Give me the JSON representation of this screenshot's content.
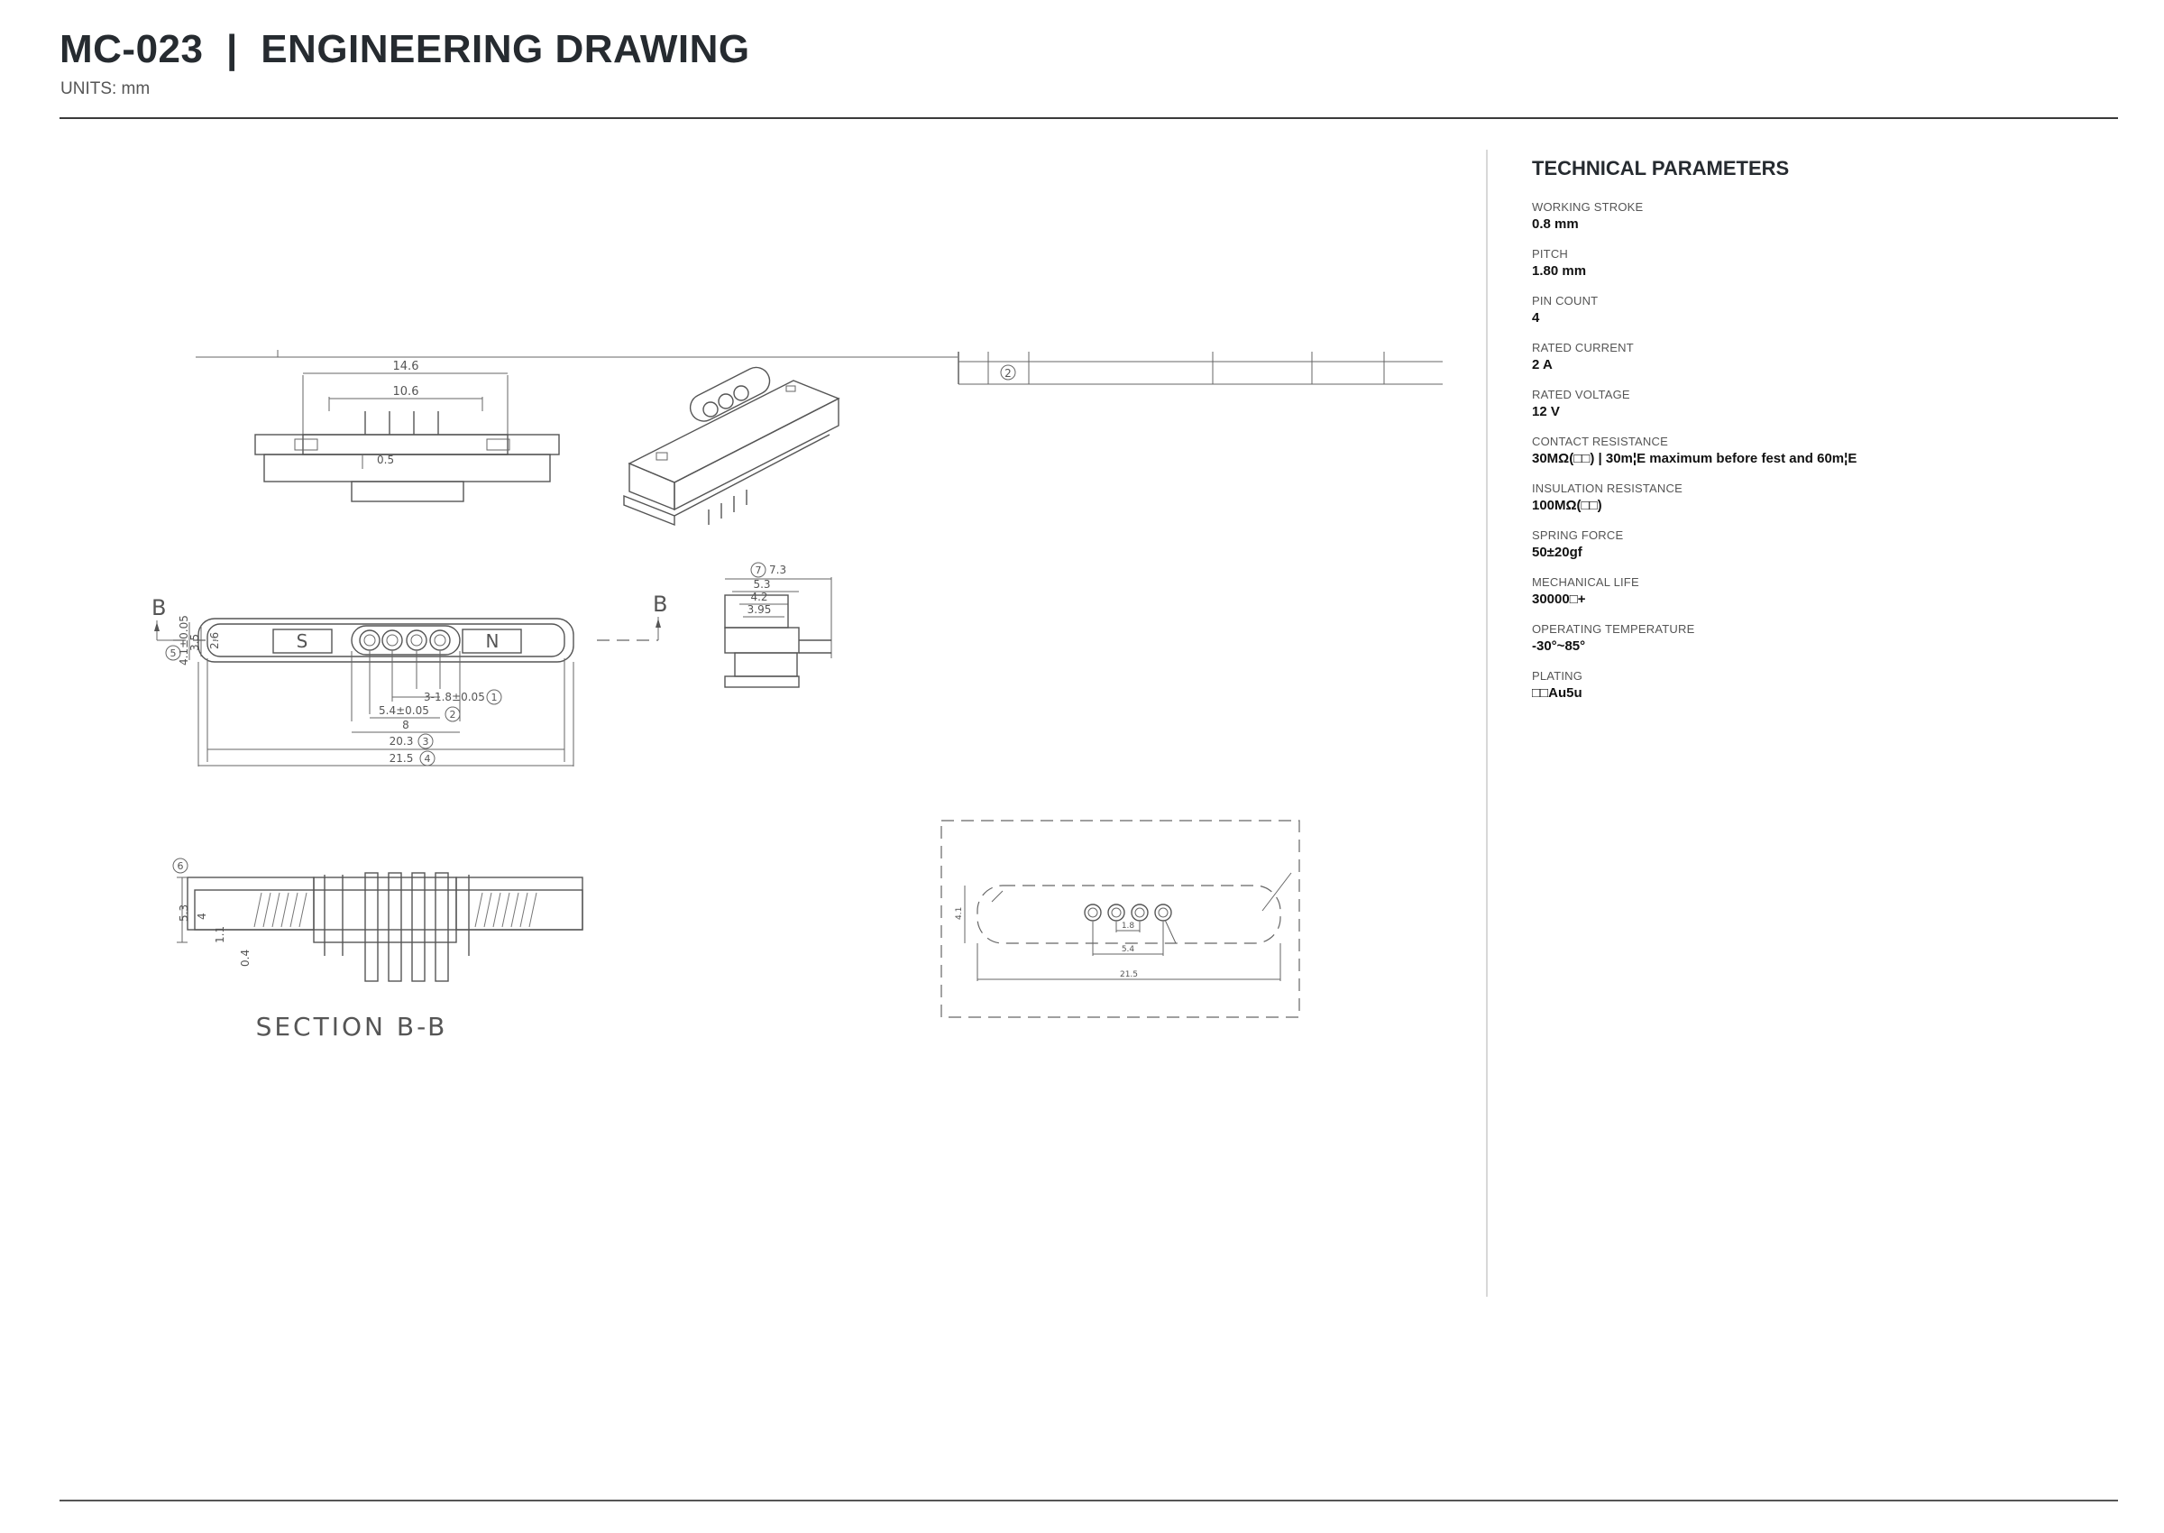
{
  "header": {
    "title": "MC-023  |  ENGINEERING DRAWING",
    "units": "UNITS: mm"
  },
  "drawing": {
    "top_view": {
      "dim_overall": "14.6",
      "dim_pins": "10.6",
      "dim_pin": "0.5"
    },
    "front_view": {
      "section_mark": "B",
      "label_s": "S",
      "label_n": "N",
      "dim_height_1": "4.1±0.05",
      "dim_height_2": "3.5",
      "dim_height_3": "2.6",
      "dim_pitch": "3-1.8±0.05",
      "dim_span_1": "5.4±0.05",
      "dim_span_2": "8",
      "dim_span_3": "20.3",
      "dim_span_4": "21.5",
      "callout_1": "1",
      "callout_2": "2",
      "callout_3": "3",
      "callout_4": "4",
      "callout_5": "5"
    },
    "side_view": {
      "callout_7": "7",
      "dim_1": "7.3",
      "dim_2": "5.3",
      "dim_3": "4.2",
      "dim_4": "3.95"
    },
    "section_view": {
      "caption": "SECTION B-B",
      "callout_6": "6",
      "dim_1": "5.3",
      "dim_2": "4",
      "dim_3": "1.1",
      "dim_4": "0.4"
    },
    "footprint_view": {
      "dim_pitch": "1.8",
      "dim_span": "5.4",
      "dim_total": "21.5",
      "dim_height": "4.1"
    },
    "title_block": {
      "callout_2": "2"
    }
  },
  "parameters": {
    "heading": "TECHNICAL PARAMETERS",
    "items": [
      {
        "label": "WORKING STROKE",
        "value": "0.8 mm"
      },
      {
        "label": "PITCH",
        "value": "1.80 mm"
      },
      {
        "label": "PIN COUNT",
        "value": "4"
      },
      {
        "label": "RATED CURRENT",
        "value": "2 A"
      },
      {
        "label": "RATED VOLTAGE",
        "value": "12 V"
      },
      {
        "label": "CONTACT RESISTANCE",
        "value": "30MΩ(□□) | 30m¦E maximum before fest and 60m¦E"
      },
      {
        "label": "INSULATION RESISTANCE",
        "value": "100MΩ(□□)"
      },
      {
        "label": "SPRING FORCE",
        "value": "50±20gf"
      },
      {
        "label": "MECHANICAL LIFE",
        "value": "30000□+"
      },
      {
        "label": "OPERATING TEMPERATURE",
        "value": "-30°~85°"
      },
      {
        "label": "PLATING",
        "value": "□□Au5u"
      }
    ]
  }
}
